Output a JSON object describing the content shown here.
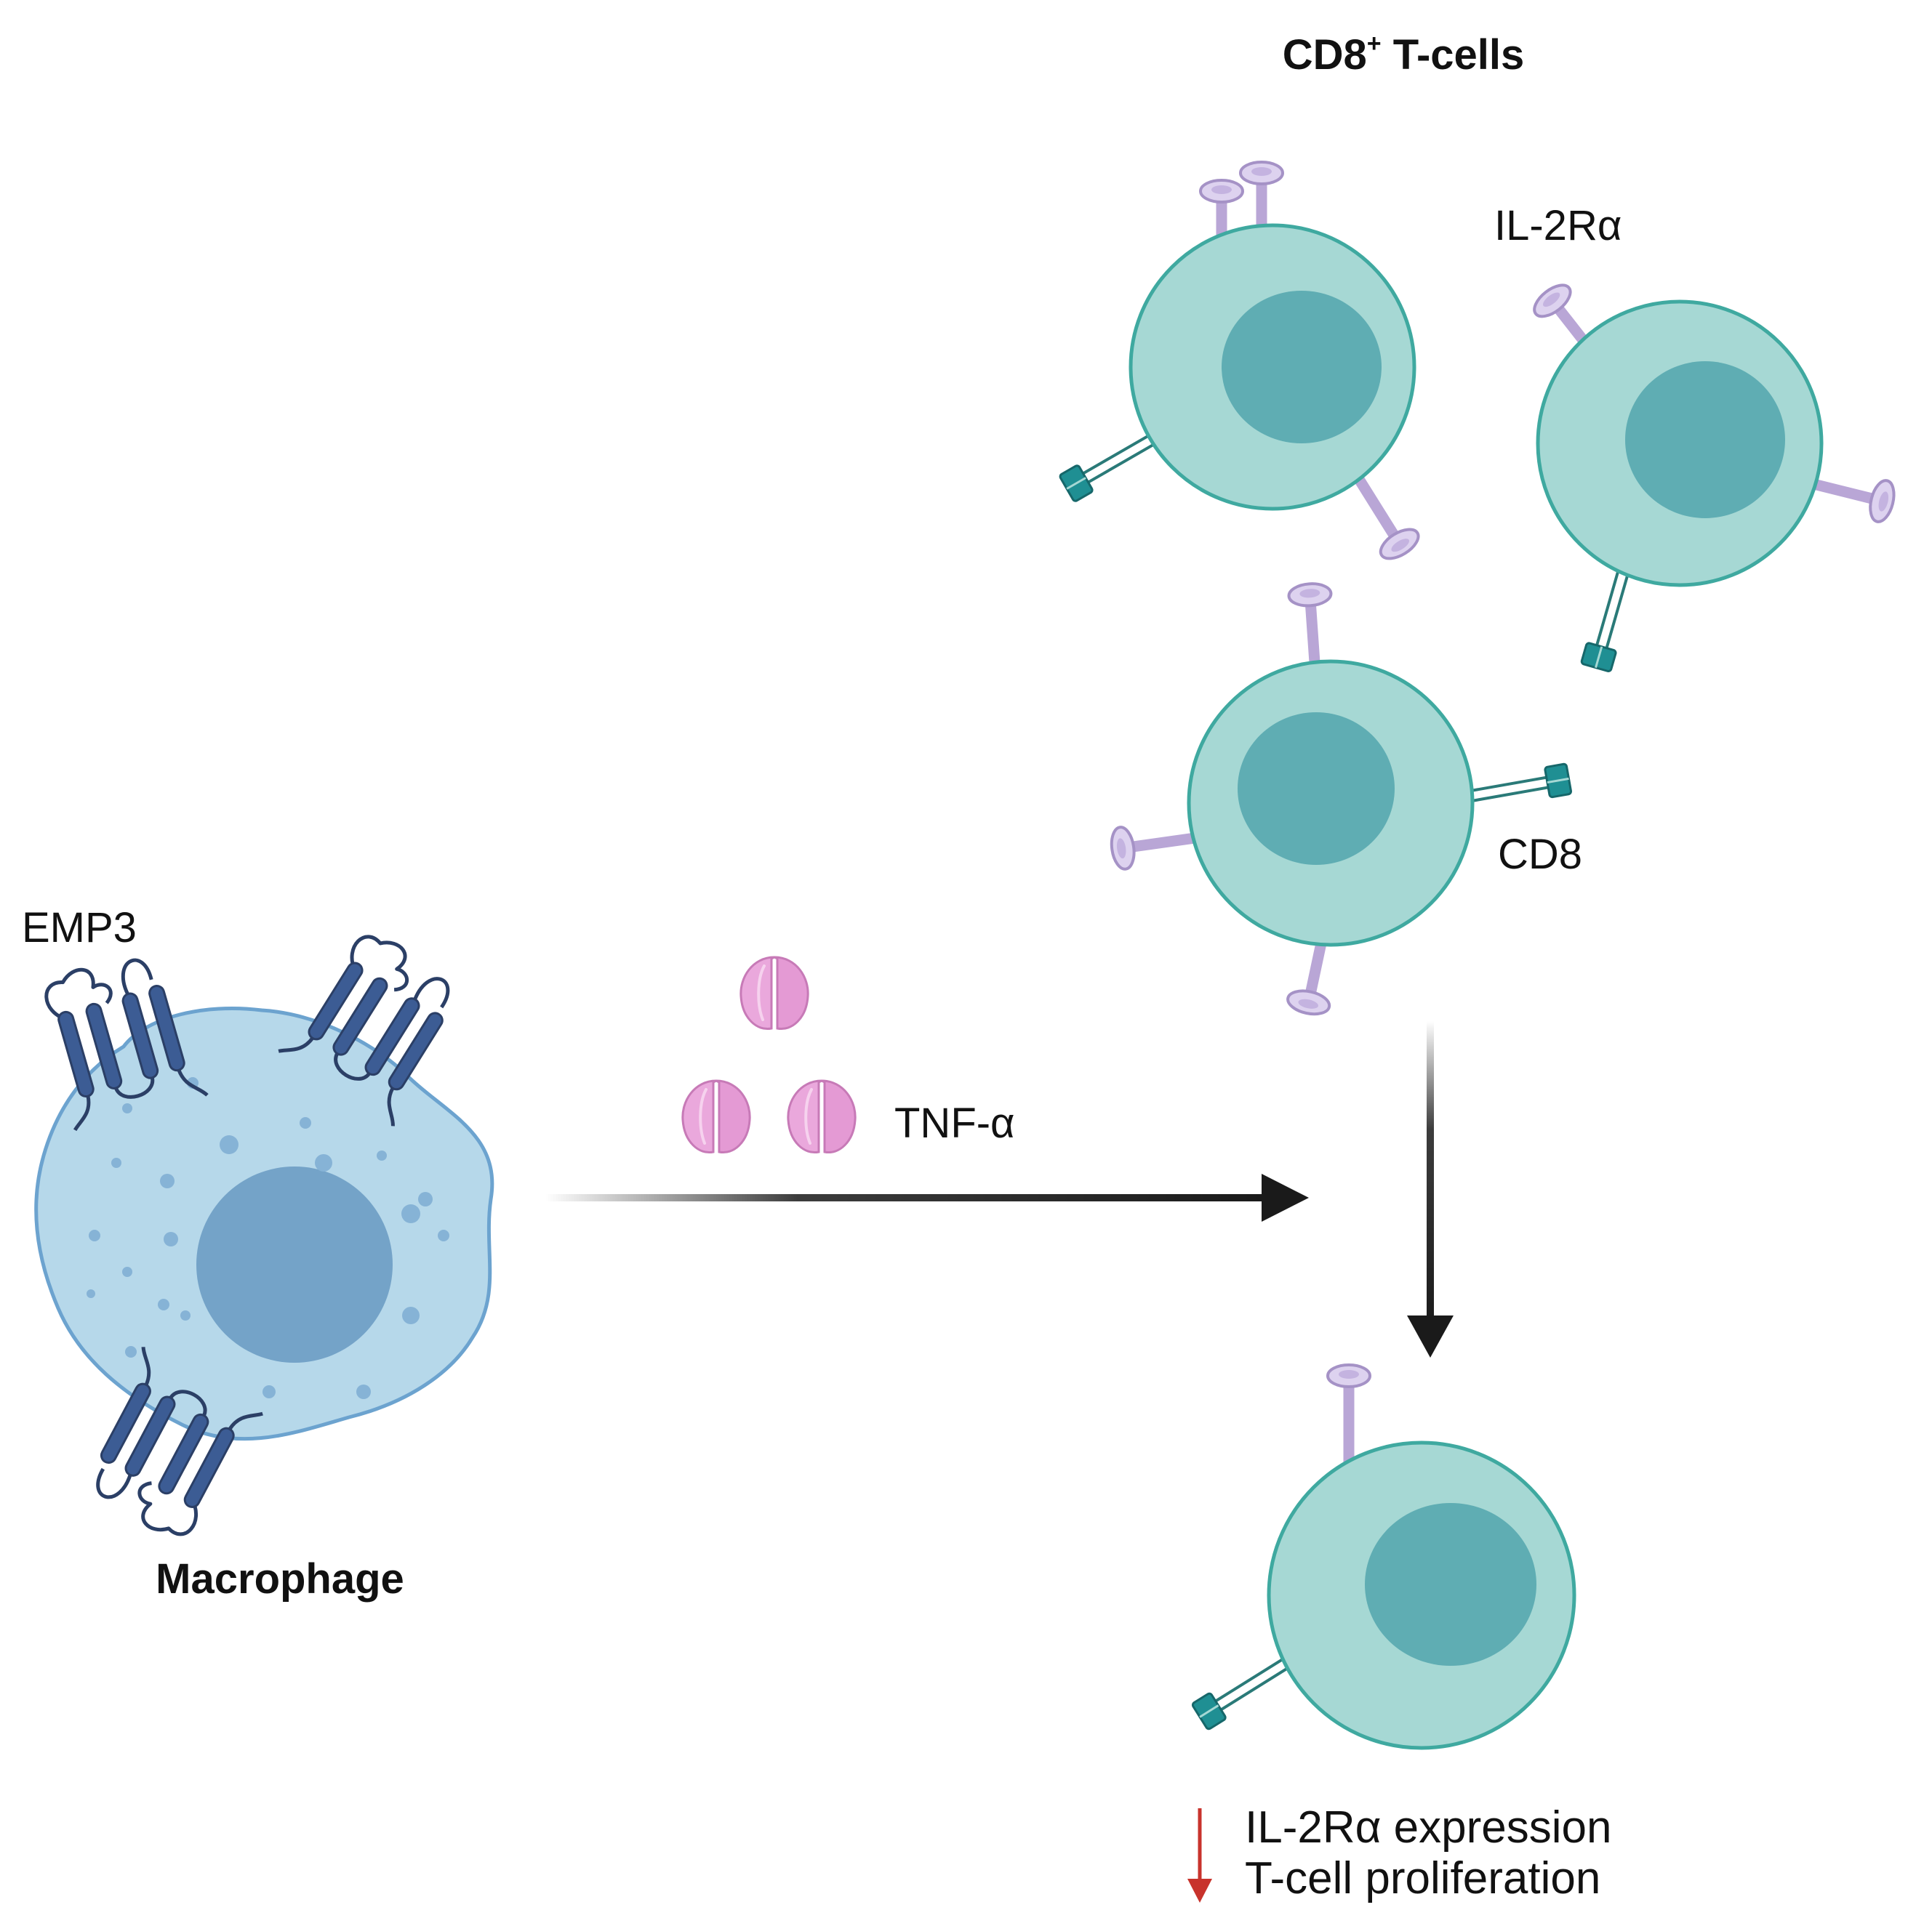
{
  "title": {
    "main": "CD8",
    "superscript": "+",
    "suffix": " T-cells"
  },
  "labels": {
    "il2ra": "IL-2Rα",
    "cd8": "CD8",
    "emp3": "EMP3",
    "tnf": "TNF-α",
    "macrophage": "Macrophage"
  },
  "outcome": {
    "line1": "IL-2Rα expression",
    "line2": "T-cell proliferation"
  },
  "colors": {
    "tcell_body": "#a6d8d4",
    "tcell_nucleus": "#5fadb3",
    "tcell_outline": "#3fa9a0",
    "receptor_lilac": "#c1b0dc",
    "cd8_teal": "#1f8f93",
    "macrophage_body": "#b6d8ea",
    "macrophage_nucleus": "#74a3c8",
    "emp3_blue": "#3c5c94",
    "tnf_pink": "#eaa8dc",
    "arrow_black": "#1a1a1a",
    "down_arrow_red": "#c8332c"
  }
}
